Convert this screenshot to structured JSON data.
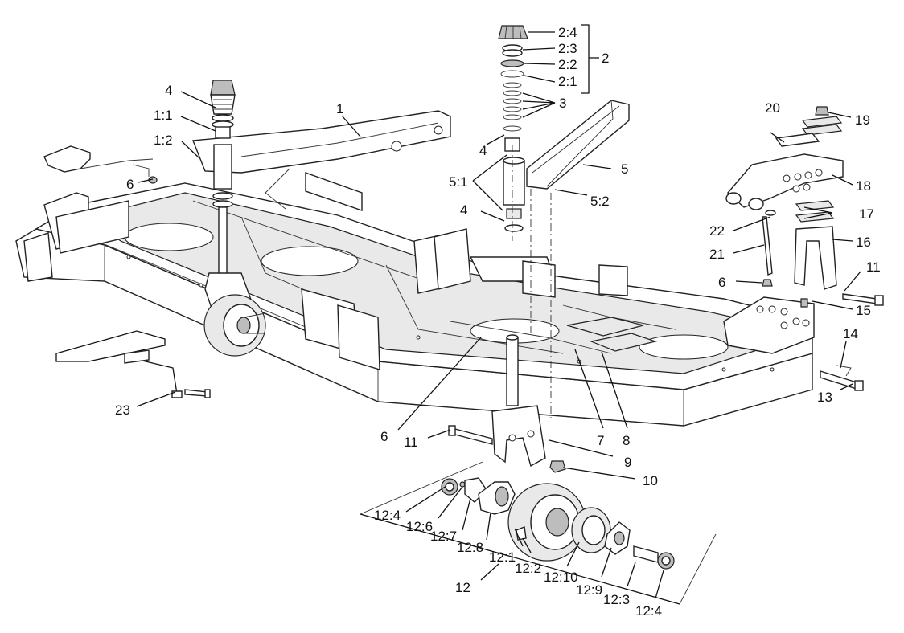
{
  "diagram": {
    "labels": {
      "p1": "1",
      "p1_1": "1:1",
      "p1_2": "1:2",
      "p2": "2",
      "p2_1": "2:1",
      "p2_2": "2:2",
      "p2_3": "2:3",
      "p2_4": "2:4",
      "p3": "3",
      "p4a": "4",
      "p4b": "4",
      "p4c": "4",
      "p5": "5",
      "p5_1": "5:1",
      "p5_2": "5:2",
      "p6a": "6",
      "p6b": "6",
      "p6c": "6",
      "p7": "7",
      "p8": "8",
      "p9": "9",
      "p10": "10",
      "p11a": "11",
      "p11b": "11",
      "p12": "12",
      "p12_1": "12:1",
      "p12_2": "12:2",
      "p12_3": "12:3",
      "p12_4a": "12:4",
      "p12_4b": "12:4",
      "p12_6": "12:6",
      "p12_7": "12:7",
      "p12_8": "12:8",
      "p12_9": "12:9",
      "p12_10": "12:10",
      "p13": "13",
      "p14": "14",
      "p15": "15",
      "p16": "16",
      "p17": "17",
      "p18": "18",
      "p19": "19",
      "p20": "20",
      "p21": "21",
      "p22": "22",
      "p23": "23"
    }
  }
}
